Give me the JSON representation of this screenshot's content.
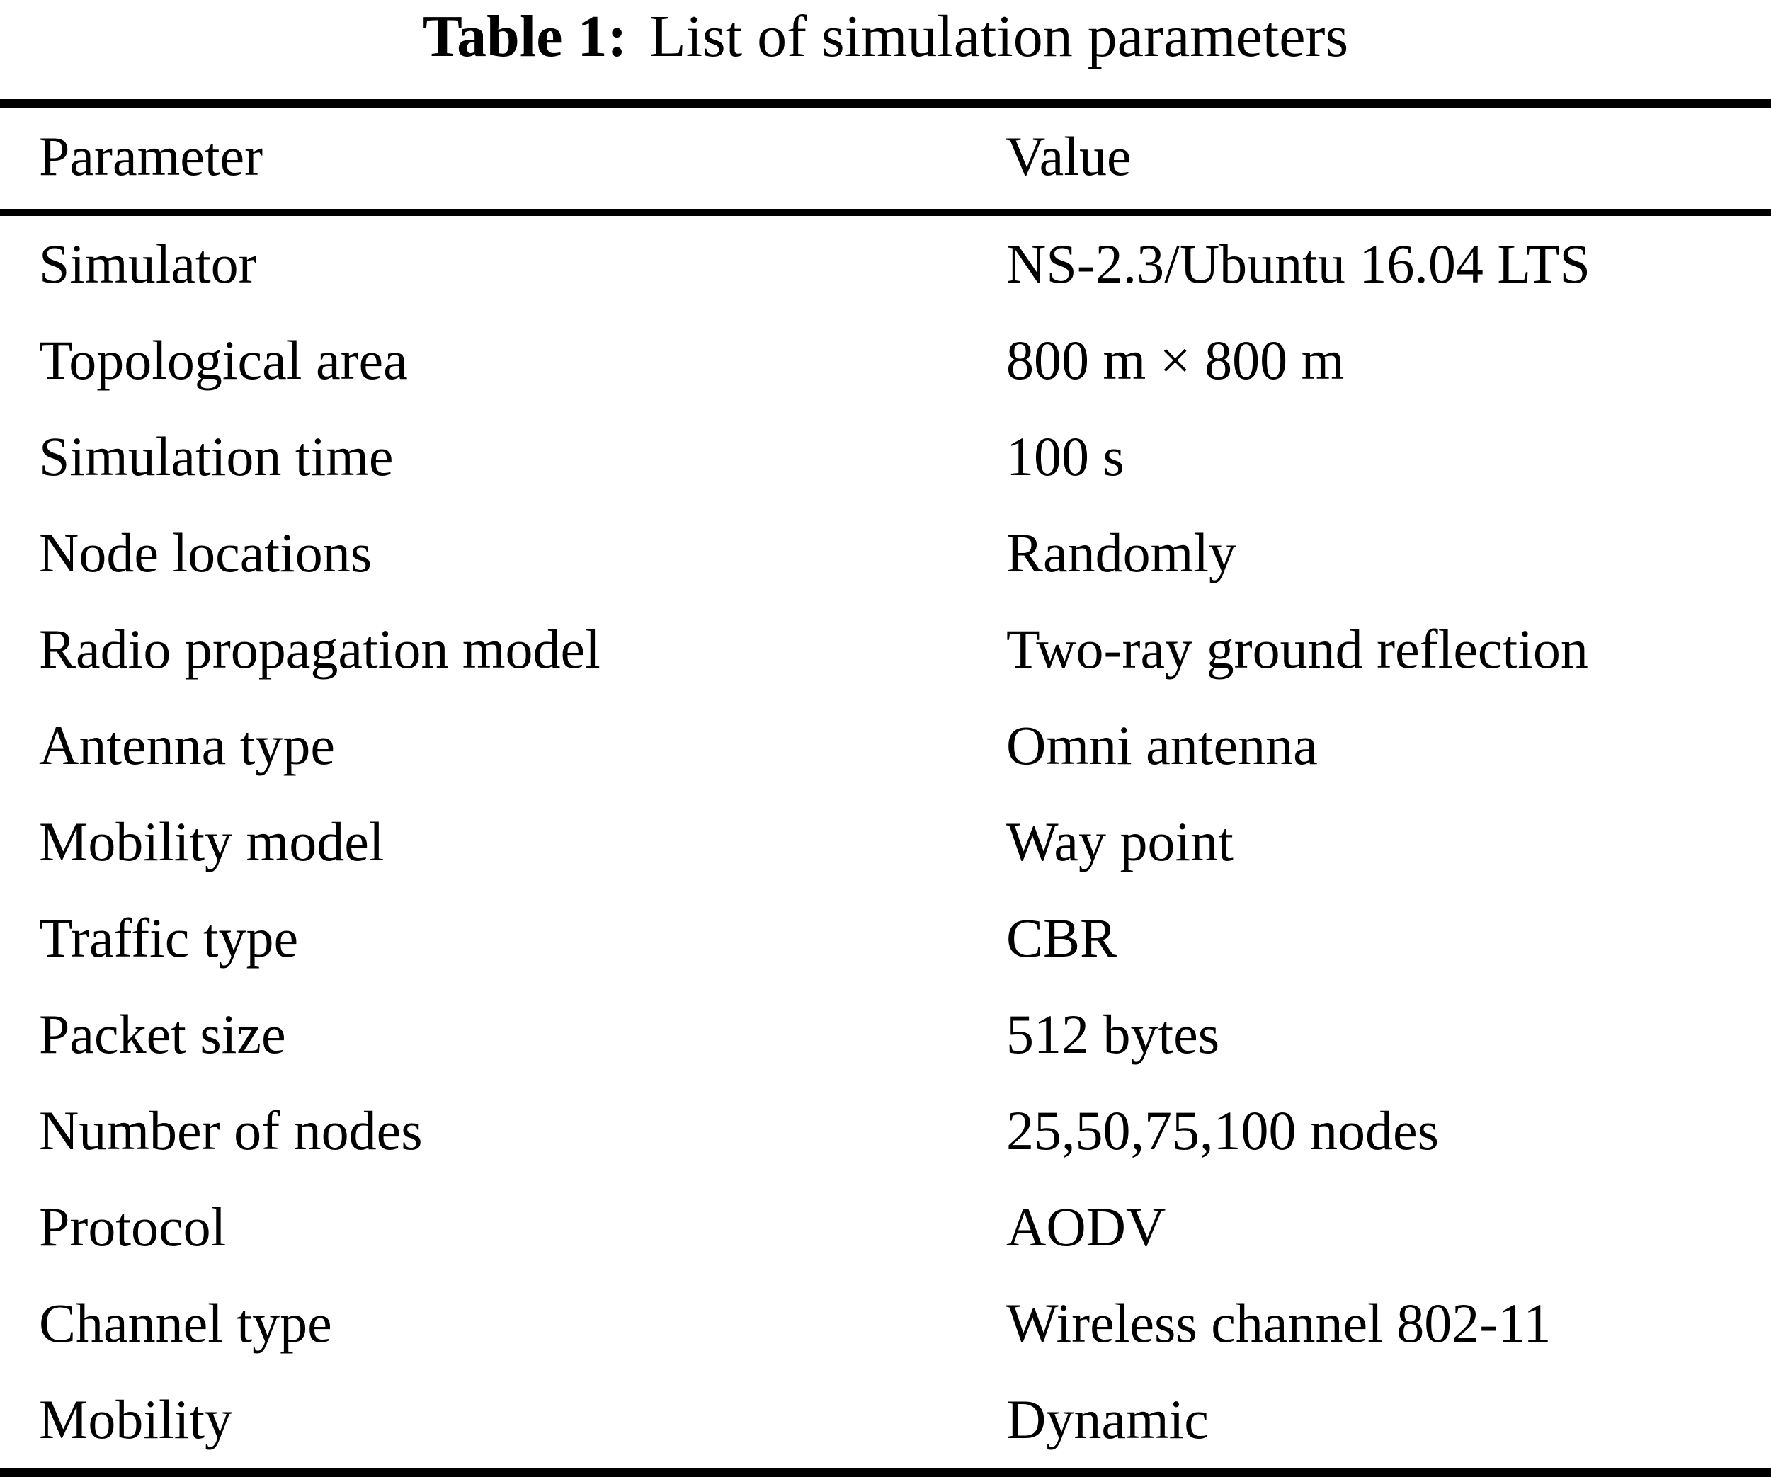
{
  "page": {
    "title_bold": "Table 1:",
    "title_rest": "List of simulation parameters"
  },
  "table": {
    "columns": [
      "Parameter",
      "Value"
    ],
    "rows": [
      {
        "parameter": "Simulator",
        "value": "NS-2.3/Ubuntu 16.04 LTS"
      },
      {
        "parameter": "Topological area",
        "value": "800 m × 800 m"
      },
      {
        "parameter": "Simulation time",
        "value": "100 s"
      },
      {
        "parameter": "Node locations",
        "value": "Randomly"
      },
      {
        "parameter": "Radio propagation model",
        "value": "Two-ray ground reflection"
      },
      {
        "parameter": "Antenna type",
        "value": "Omni antenna"
      },
      {
        "parameter": "Mobility model",
        "value": "Way point"
      },
      {
        "parameter": "Traffic type",
        "value": "CBR"
      },
      {
        "parameter": "Packet size",
        "value": "512 bytes"
      },
      {
        "parameter": "Number of nodes",
        "value": "25,50,75,100 nodes"
      },
      {
        "parameter": "Protocol",
        "value": "AODV"
      },
      {
        "parameter": "Channel type",
        "value": "Wireless channel 802-11"
      },
      {
        "parameter": "Mobility",
        "value": "Dynamic"
      }
    ]
  }
}
